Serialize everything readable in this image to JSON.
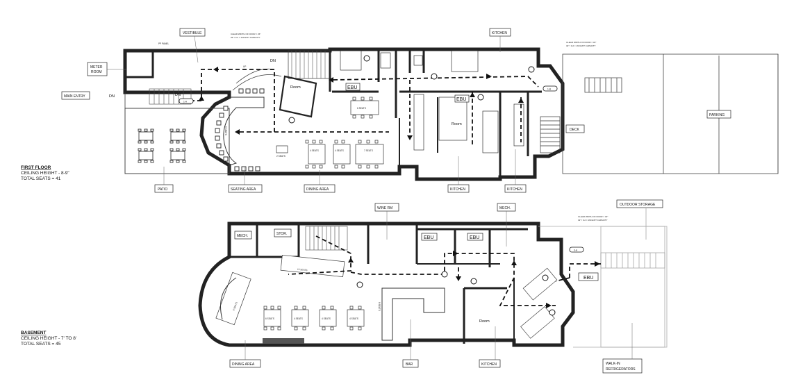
{
  "first_floor": {
    "title": "FIRST FLOOR",
    "ceiling": "CEILING HEIGHT - 8-9\"",
    "seats": "TOTAL SEATS = 41",
    "callouts": {
      "vestibule": "VESTIBULE",
      "kitchen_top": "KITCHEN",
      "meter_room": [
        "METER",
        "ROOM"
      ],
      "main_entry": "MAIN ENTRY",
      "parking": "PARKING",
      "deck": "DECK",
      "patio": "PATIO",
      "seating_area": "SEATING AREA",
      "dining_area": "DINING AREA",
      "kitchen_a": "KITCHEN",
      "kitchen_b": "KITCHEN"
    },
    "notes": {
      "pp_panel": "PP PANEL",
      "door_left": [
        "CLEAR WIDTH OF DOOR = 26\"",
        "26\" / 0.2 = 140 EXIT CAPACITY"
      ],
      "door_right": [
        "CLEAR WIDTH OF DOOR = 32\"",
        "32\" / 0.2 = 160 EXIT CAPACITY"
      ]
    },
    "tags": {
      "t1a": "1-A",
      "t1b": "1-B"
    },
    "dn1": "DN",
    "dn2": "DN",
    "dn3": "DN",
    "up": "UP",
    "room1": "Room",
    "room2": "Room",
    "ebu1": "EBU",
    "ebu2": "EBU",
    "seat_labels": {
      "bar": "6 SEATS",
      "kitchen": "6 SEATS",
      "d4a": "4 SEATS",
      "d4b": "4 SEATS",
      "d7": "7 SEATS",
      "bench": "2 SEATS"
    }
  },
  "basement": {
    "title": "BASEMENT",
    "ceiling": "CEILING HEIGHT - 7' TO 8'",
    "seats": "TOTAL SEATS = 45",
    "callouts": {
      "wine_rm": "WINE RM",
      "mech_top": "MECH.",
      "outdoor_storage": "OUTDOOR STORAGE",
      "mech_room": "MECH.",
      "stor": "STOR.",
      "dining_area": "DINING AREA",
      "bar": "BAR",
      "kitchen": "KITCHEN",
      "walk_in": [
        "WALK-IN",
        "REFRIGERATORS"
      ]
    },
    "notes": {
      "door": [
        "CLEAR WIDTH OF DOOR = 32\"",
        "32\" / 0.2 = 160 EXIT CAPACITY"
      ]
    },
    "tags": {
      "t0a": "0-A"
    },
    "room": "Room",
    "ebu1": "EBU",
    "ebu2": "EBU",
    "ebu3": "EBU",
    "seat_labels": {
      "s12": "12 SEATS",
      "s6": "6 SEATS",
      "t6": "6 SEATS",
      "t4a": "4 SEATS",
      "t4b": "4 SEATS",
      "t4c": "4 SEATS",
      "bar8": "8 SEATS"
    }
  }
}
